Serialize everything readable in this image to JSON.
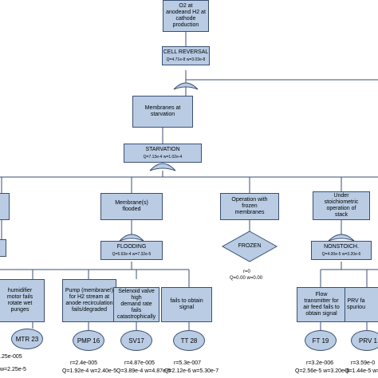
{
  "top_event": {
    "label": "O2 at\nanodeand H2 at\ncathode\nproduction"
  },
  "cell_reversal": {
    "name": "CELL REVERSAL",
    "q": "Q=4.71e-8 w=3.03e-8"
  },
  "membranes_starvation": {
    "label": "Membranes at\nstarvation"
  },
  "starvation": {
    "name": "STARVATION",
    "q": "Q=7.13e-4 w=1.02e-4"
  },
  "left_partial": {
    "label": "..."
  },
  "flooded": {
    "label": "Membrane(s)\nflooded"
  },
  "flooding": {
    "name": "FLOODING",
    "q": "Q=5.63e-4 w=7.32e-5"
  },
  "frozen_membranes": {
    "label": "Operation with\nfrozen\nmembranes"
  },
  "frozen": {
    "name": "FROZEN",
    "r": "r=0",
    "q": "Q=0.00 w=0.00"
  },
  "stoich_event": {
    "label": "Under\nstoichiometric\noperation of\nstack"
  },
  "nonstoich": {
    "name": "NONSTOICH.",
    "q": "Q=4.00e-5 w=3.20e-6"
  },
  "humidifier": {
    "label": "humidifier\nmotor fails\nrotate wet\npunges",
    "id": "MTR 23",
    "q": ".25e-005",
    "w": "w=2.25e-5"
  },
  "pump": {
    "label": "Pump (membrane!)\nfor H2 stream at\nanode recirculation\nfails/degraded",
    "id": "PMP 16",
    "r": "r=2.4e-005",
    "qw": "Q=1.92e-4 w=2.40e-5"
  },
  "solenoid": {
    "label": "Selenoid valve high\ndemand rate fails\ncatastrophically",
    "id": "SV17",
    "r": "r=4.87e-005",
    "qw": "Q=3.89e-4 w=4.87e-5"
  },
  "signal": {
    "label": "fails to obtain\nsignal",
    "id": "TT 28",
    "r": "r=5.3e-007",
    "qw": "Q=2.12e-6 w=5.30e-7"
  },
  "flow_tx": {
    "label": "Flow\ntransmitter for\nair feed fails to\nobtain signal",
    "id": "FT 19",
    "r": "r=3.2e-006",
    "qw": "Q=2.56e-5 w=3.20e-6"
  },
  "prv": {
    "label": "PRV fa\nspuriou",
    "id": "PRV 1",
    "r": "r=3.59e-0",
    "qw": "Q=1.44e-5 w="
  }
}
